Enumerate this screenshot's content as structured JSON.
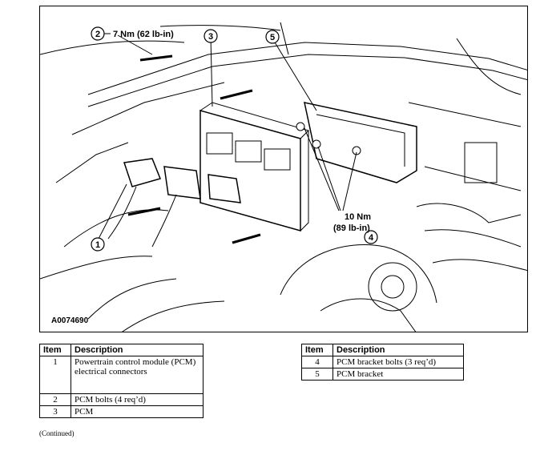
{
  "figure": {
    "id_label": "A0074690",
    "callouts": [
      {
        "num": "1",
        "text": ""
      },
      {
        "num": "2",
        "text": "7 Nm (62 lb-in)"
      },
      {
        "num": "3",
        "text": ""
      },
      {
        "num": "4",
        "text_line1": "10 Nm",
        "text_line2": "(89 lb-in)"
      },
      {
        "num": "5",
        "text": ""
      }
    ]
  },
  "table_left": {
    "headers": [
      "Item",
      "Description"
    ],
    "rows": [
      {
        "item": "1",
        "description": "Powertrain control module (PCM) electrical connectors"
      },
      {
        "item": "2",
        "description": "PCM bolts (4 req’d)"
      },
      {
        "item": "3",
        "description": "PCM"
      }
    ]
  },
  "table_right": {
    "headers": [
      "Item",
      "Description"
    ],
    "rows": [
      {
        "item": "4",
        "description": "PCM bracket bolts (3 req’d)"
      },
      {
        "item": "5",
        "description": "PCM bracket"
      }
    ]
  },
  "footer": {
    "continued": "(Continued)"
  }
}
